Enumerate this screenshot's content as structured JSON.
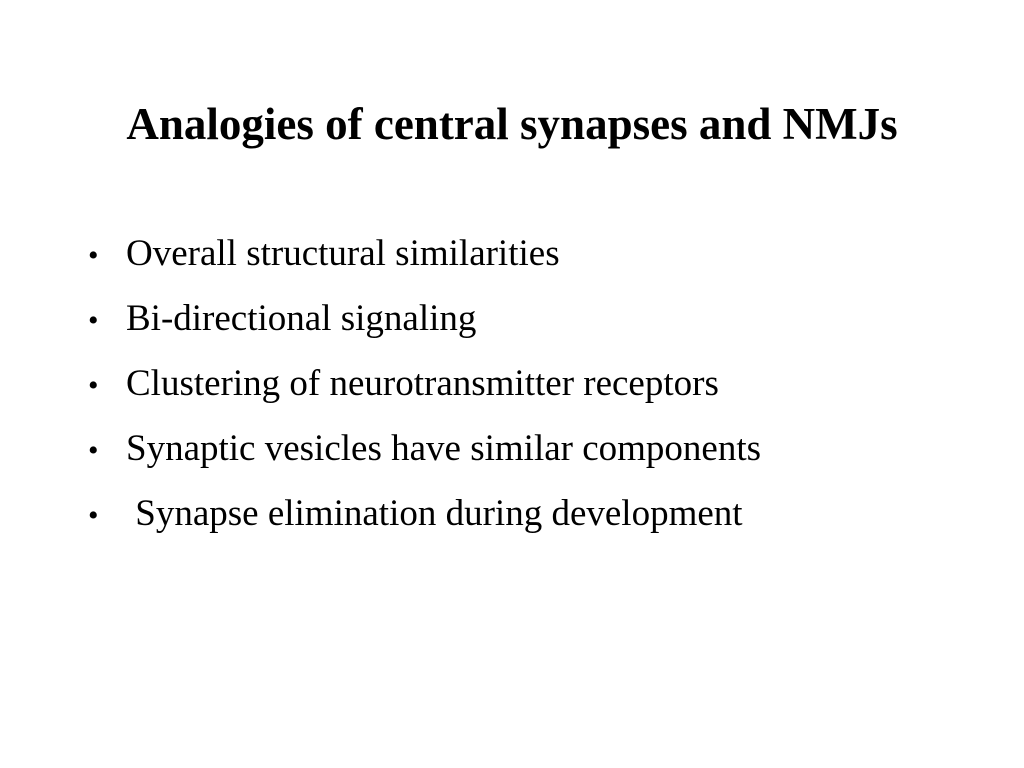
{
  "slide": {
    "title": "Analogies of central synapses and NMJs",
    "bullet_glyph": "•",
    "bullets": [
      "Overall structural similarities",
      "Bi-directional signaling",
      "Clustering of neurotransmitter receptors",
      "Synaptic vesicles have similar components",
      " Synapse elimination during development"
    ]
  }
}
